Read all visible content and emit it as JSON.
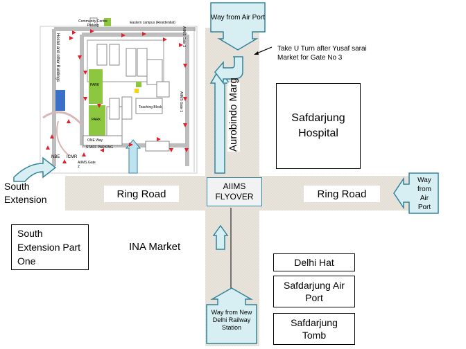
{
  "roads": {
    "ring_road_west": "Ring Road",
    "ring_road_east": "Ring Road",
    "aurobindo_marg": "Aurobindo Marg",
    "flyover": "AIIMS FLYOVER"
  },
  "places": {
    "safdarjung_hospital": "Safdarjung Hospital",
    "south_extension_part_one": "South Extension Part One",
    "ina_market": "INA Market",
    "delhi_hat": "Delhi Hat",
    "safdarjung_airport": "Safdarjung Air Port",
    "safdarjung_tomb": "Safdarjung Tomb"
  },
  "arrows": {
    "from_airport_top": "Way from Air Port",
    "from_airport_right": "Way from Air Port",
    "from_railway": "Way from New Delhi Railway Station",
    "south_extension": "South Extension"
  },
  "note": "Take U Turn after Yusaf sarai Market for Gate No 3",
  "campus": {
    "community_centre": "Community Centre Parking",
    "eastern_campus": "Eastern campus (Residential)",
    "hostel": "Hostel and other Buildings",
    "nbe": "NBE",
    "icmr": "ICMR",
    "gate2": "AIIMS Gate 2",
    "staff_parking": "STAFF PARKING",
    "one_way": "ONE Way",
    "teaching_block": "Teaching Block",
    "park1": "PARK",
    "park2": "PARK",
    "gate1": "AIIMS Gate 1",
    "gate3": "AIIMS Gate 3"
  },
  "colors": {
    "road": "#e6e2da",
    "arrow_fill": "#d7eef2",
    "arrow_stroke": "#31849b",
    "park_green": "#8dc63f",
    "marker_red": "#e0202a"
  }
}
